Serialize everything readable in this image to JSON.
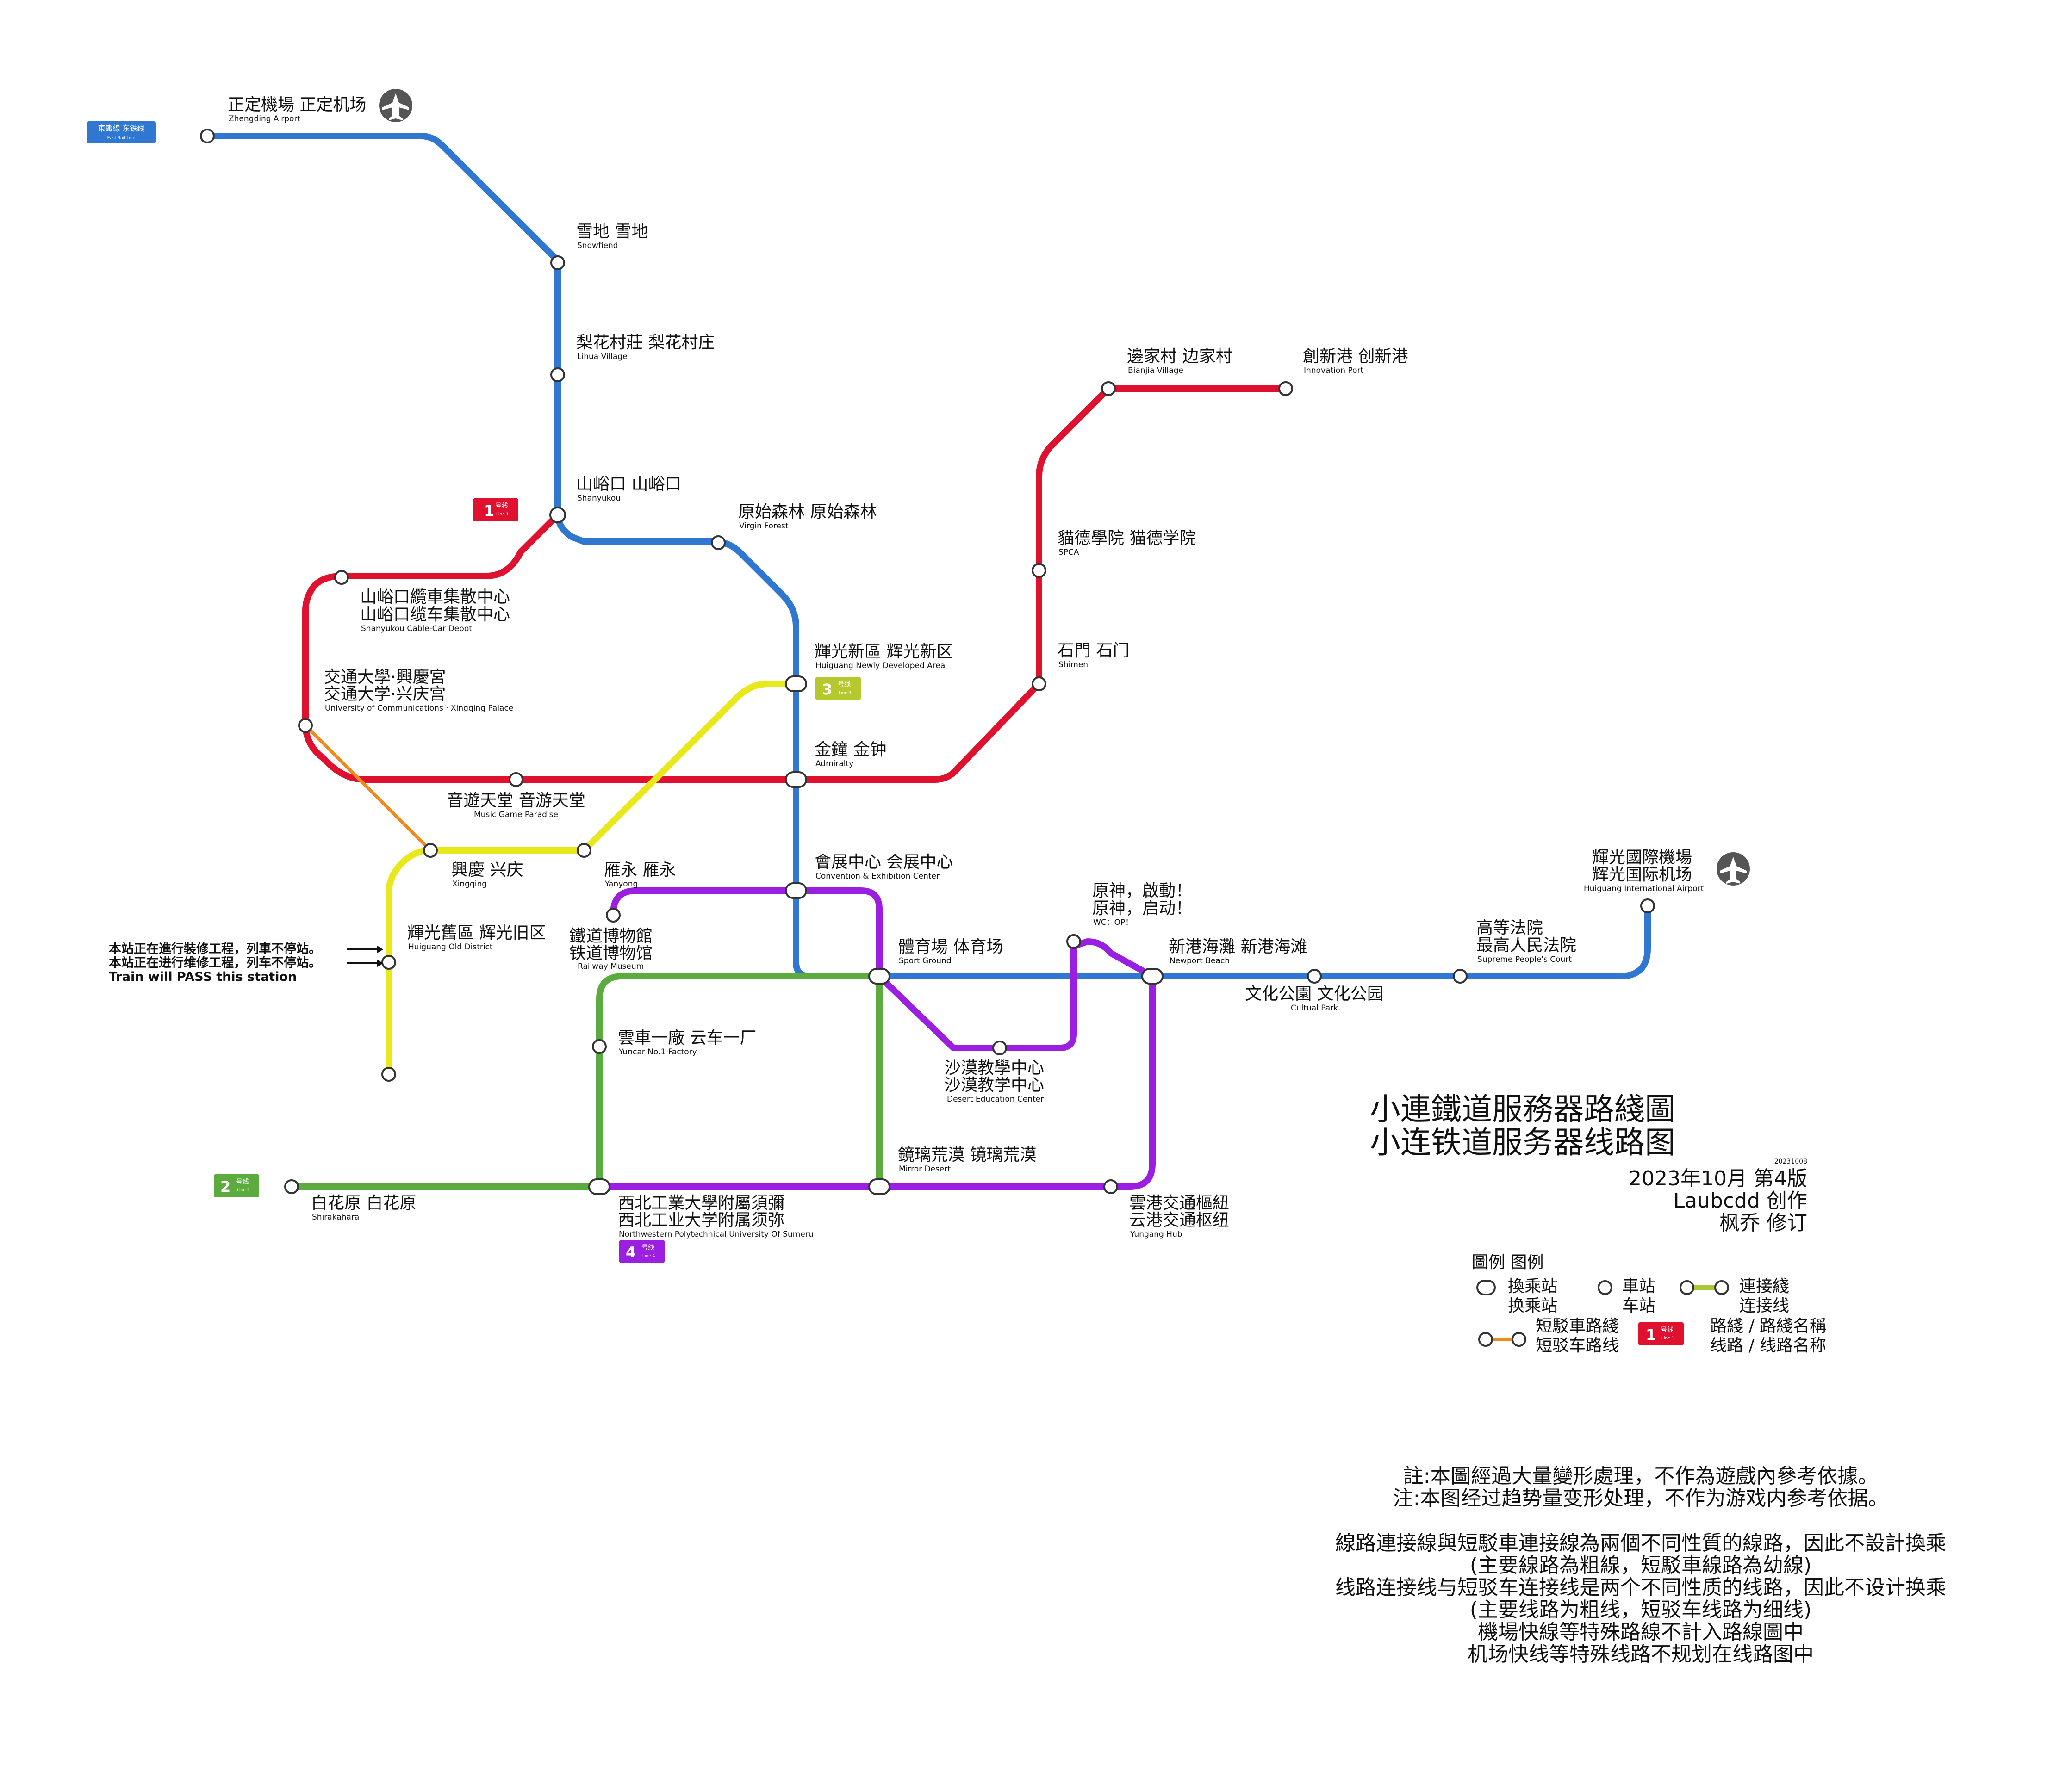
{
  "colors": {
    "line1": "#e0102f",
    "line2": "#5bab3e",
    "line3": "#e8e81a",
    "line4": "#9b1fe0",
    "line5": "#2f77d0",
    "cable": "#f08a1a",
    "connector": "#a8c834",
    "east_rail": "#2f77d0"
  },
  "east_rail_badge": {
    "zh": "東鐵線 东铁线",
    "en": "East Rail Line"
  },
  "line_badges": {
    "l1": {
      "num": "1",
      "zh": "号线",
      "en": "Line 1"
    },
    "l2": {
      "num": "2",
      "zh": "号线",
      "en": "Line 2"
    },
    "l3": {
      "num": "3",
      "zh": "号线",
      "en": "Line 3"
    },
    "l4": {
      "num": "4",
      "zh": "号线",
      "en": "Line 4"
    }
  },
  "stations": {
    "zhengding": {
      "zh": "正定機場 正定机场",
      "en": "Zhengding Airport"
    },
    "snowfiend": {
      "zh": "雪地 雪地",
      "en": "Snowfiend"
    },
    "lihua": {
      "zh": "梨花村莊 梨花村庄",
      "en": "Lihua Village"
    },
    "shanyukou": {
      "zh": "山峪口 山峪口",
      "en": "Shanyukou"
    },
    "virgin": {
      "zh": "原始森林 原始森林",
      "en": "Virgin Forest"
    },
    "depot": {
      "zh1": "山峪口纜車集散中心",
      "zh2": "山峪口缆车集散中心",
      "en": "Shanyukou Cable-Car Depot"
    },
    "univ": {
      "zh1": "交通大學·興慶宮",
      "zh2": "交通大学·兴庆宫",
      "en": "University of Communications · Xingqing Palace"
    },
    "huiguang_new": {
      "zh": "輝光新區 辉光新区",
      "en": "Huiguang Newly Developed Area"
    },
    "admiralty": {
      "zh": "金鐘 金钟",
      "en": "Admiralty"
    },
    "music": {
      "zh": "音遊天堂 音游天堂",
      "en": "Music Game Paradise"
    },
    "xingqing": {
      "zh": "興慶 兴庆",
      "en": "Xingqing"
    },
    "yanyong": {
      "zh": "雁永 雁永",
      "en": "Yanyong"
    },
    "convention": {
      "zh": "會展中心 会展中心",
      "en": "Convention & Exhibition Center"
    },
    "old_district": {
      "zh": "輝光舊區 辉光旧区",
      "en": "Huiguang Old District"
    },
    "museum": {
      "zh1": "鐵道博物館",
      "zh2": "铁道博物馆",
      "en": "Railway Museum"
    },
    "sport": {
      "zh": "體育場 体育场",
      "en": "Sport Ground"
    },
    "yuncar": {
      "zh": "雲車一廠 云车一厂",
      "en": "Yuncar No.1 Factory"
    },
    "desert_edu": {
      "zh1": "沙漠教學中心",
      "zh2": "沙漠教学中心",
      "en": "Desert Education Center"
    },
    "mirror": {
      "zh": "鏡璃荒漠 镜璃荒漠",
      "en": "Mirror Desert"
    },
    "shirakahara": {
      "zh": "白花原 白花原",
      "en": "Shirakahara"
    },
    "nwpu": {
      "zh1": "西北工業大學附屬須彌",
      "zh2": "西北工业大学附属须弥",
      "en": "Northwestern Polytechnical University Of Sumeru"
    },
    "yungang": {
      "zh1": "雲港交通樞紐",
      "zh2": "云港交通枢纽",
      "en": "Yungang Hub"
    },
    "genshin": {
      "zh1": "原神，啟動！",
      "zh2": "原神，启动！",
      "en": "WC：OP！"
    },
    "newport": {
      "zh": "新港海灘 新港海滩",
      "en": "Newport Beach"
    },
    "cultural": {
      "zh": "文化公園 文化公园",
      "en": "Cultual Park"
    },
    "court": {
      "zh1": "高等法院",
      "zh2": "最高人民法院",
      "en": "Supreme People's Court"
    },
    "huiguang_airport": {
      "zh1": "輝光國際機場",
      "zh2": "辉光国际机场",
      "en": "Huiguang International Airport"
    },
    "bianjia": {
      "zh": "邊家村 边家村",
      "en": "Bianjia Village"
    },
    "innovation": {
      "zh": "創新港 创新港",
      "en": "Innovation Port"
    },
    "spca": {
      "zh": "貓德學院 猫德学院",
      "en": "SPCA"
    },
    "shimen": {
      "zh": "石門 石门",
      "en": "Shimen"
    }
  },
  "maintenance": {
    "zh1": "本站正在進行裝修工程，列車不停站。",
    "zh2": "本站正在进行维修工程，列车不停站。",
    "en": "Train will PASS this station"
  },
  "title": {
    "line1": "小連鐵道服務器路綫圖",
    "line2": "小连铁道服务器线路图",
    "code": "20231008",
    "edition": "2023年10月 第4版",
    "author": "Laubcdd 创作",
    "reviser": "枫乔 修订"
  },
  "legend": {
    "title": "圖例 图例",
    "interchange": [
      "換乘站",
      "换乘站"
    ],
    "station": [
      "車站",
      "车站"
    ],
    "connector": [
      "連接綫",
      "连接线"
    ],
    "cable": [
      "短駁車路綫",
      "短驳车路线"
    ],
    "line_name": [
      "路綫 / 路綫名稱",
      "线路 / 线路名称"
    ]
  },
  "notes": [
    "註:本圖經過大量變形處理，不作為遊戲內參考依據。",
    "注:本图经过趋势量变形处理，不作为游戏内参考依据。",
    "",
    "線路連接線與短駁車連接線為兩個不同性質的線路，因此不設計換乘",
    "(主要線路為粗線，短駁車線路為幼線)",
    "线路连接线与短驳车连接线是两个不同性质的线路，因此不设计换乘",
    "(主要线路为粗线，短驳车线路为细线)",
    "機場快線等特殊路線不計入路線圖中",
    "机场快线等特殊线路不规划在线路图中"
  ]
}
